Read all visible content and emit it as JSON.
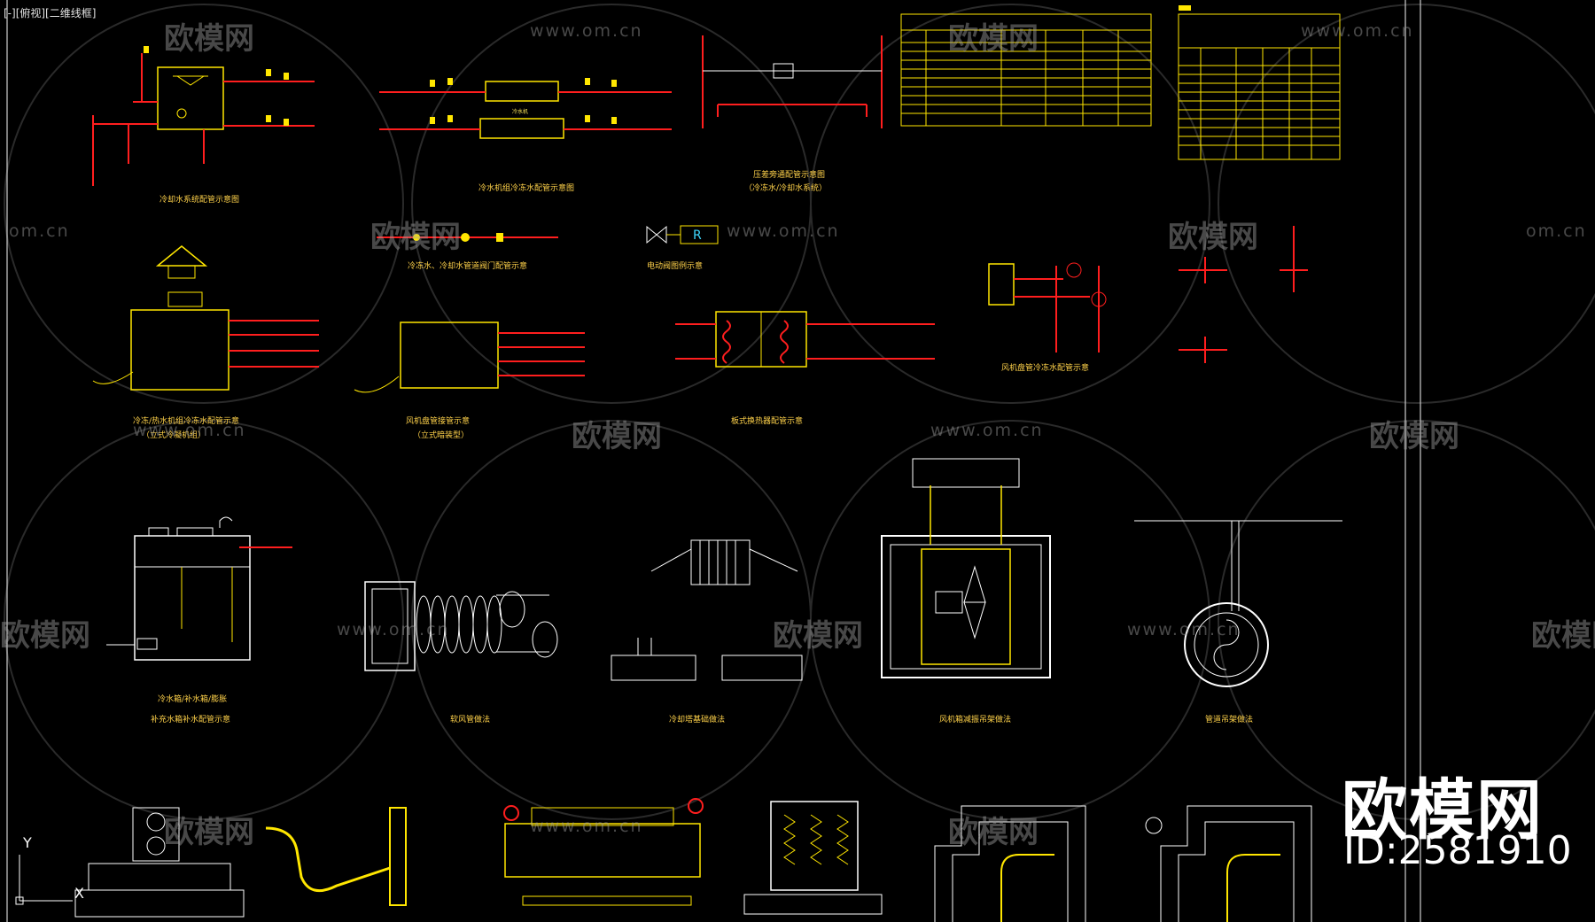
{
  "viewport": {
    "label": "[-][俯视][二维线框]"
  },
  "watermark": {
    "url": "www.om.cn",
    "url_partial": "om.cn",
    "brand": "欧模网",
    "brand_large": "欧模网",
    "id_text": "ID:2581910"
  },
  "diagram": {
    "equipment_labels": {
      "box_r": "R"
    },
    "ucs": {
      "x_axis": "X",
      "y_axis": "Y"
    }
  },
  "colors": {
    "background": "#000000",
    "yellow": "#ffe600",
    "red": "#ff1e1e",
    "white": "#ffffff",
    "cyan": "#3fd8ff",
    "blue": "#2a6cff",
    "green": "#30ff40",
    "magenta": "#ff40ff"
  }
}
